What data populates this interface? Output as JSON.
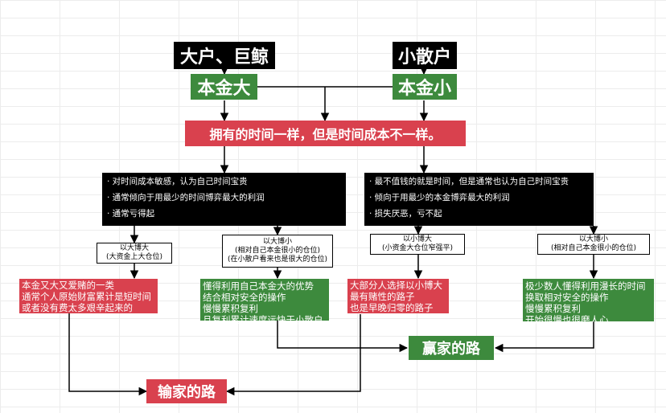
{
  "top": {
    "big_player": "大户、巨鲸",
    "small_player": "小散户",
    "big_capital": "本金大",
    "small_capital": "本金小"
  },
  "central": "拥有的时间一样，但是时间成本不一样。",
  "left_traits": [
    "· 对时间成本敏感，认为自己时间宝贵",
    "· 通常倾向于用最少的时间博弈最大的利润",
    "· 通常亏得起"
  ],
  "right_traits": [
    "· 最不值钱的就是时间，但是通常也认为自己时间宝贵",
    "· 倾向于用最少的本金博弈最大的利润",
    "· 损失厌恶，亏不起"
  ],
  "strategies": {
    "big_bet_big": [
      "以大博大",
      "(大资金上大仓位)"
    ],
    "big_bet_small": [
      "以大博小",
      "(相对自己本金很小的仓位)",
      "(在小散户看来也是很大的仓位)"
    ],
    "small_bet_big": [
      "以小博大",
      "(小资金大仓位窄强平)"
    ],
    "small_bet_small": [
      "以大博小",
      "(相对自己本金很小的仓位)"
    ]
  },
  "outcomes": {
    "o1": [
      "本金又大又爱赌的一类",
      "通常个人原始财富累计是短时间",
      "或者没有费太多艰辛起来的"
    ],
    "o2": [
      "懂得利用自己本金大的优势",
      "结合相对安全的操作",
      "慢慢累积复利",
      "且复利累计速度远快于小散户"
    ],
    "o3": [
      "大部分人选择以小博大",
      "最有赌性的路子",
      "也是早晚归零的路子"
    ],
    "o4": [
      "极少数人懂得利用漫长的时间",
      "换取相对安全的操作",
      "慢慢累积复利",
      "开始很慢也很磨人心"
    ]
  },
  "results": {
    "win": "赢家的路",
    "lose": "输家的路"
  }
}
